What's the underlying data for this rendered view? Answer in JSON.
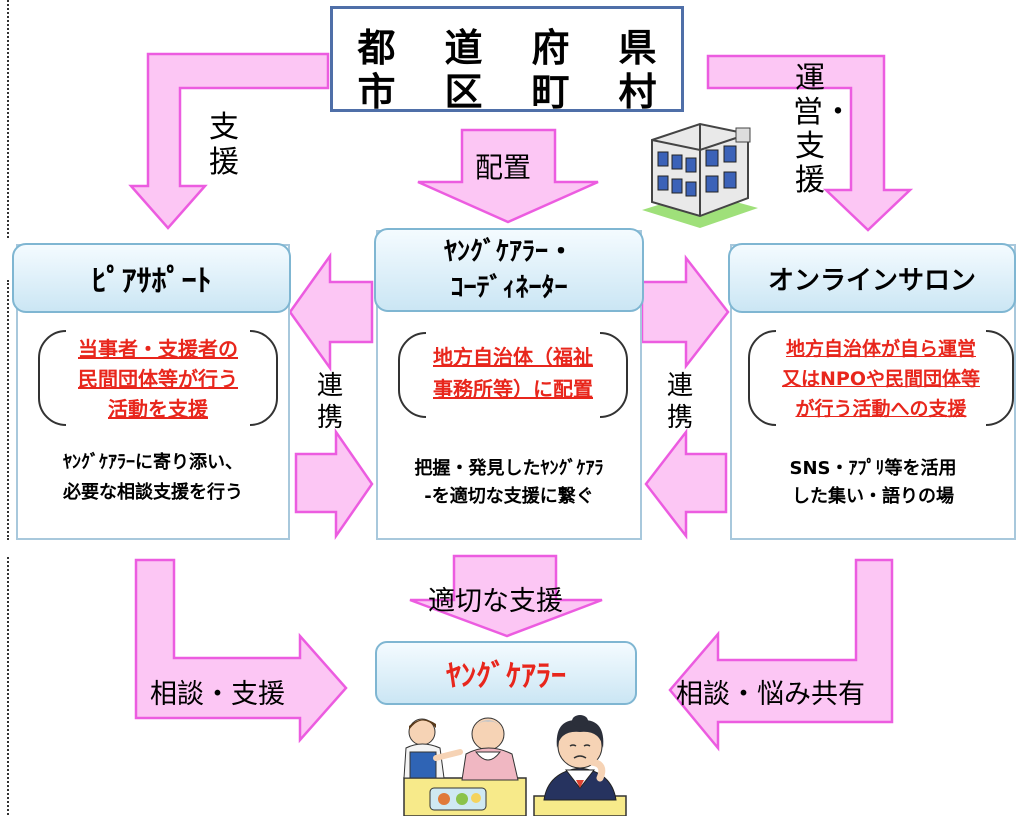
{
  "top_box": {
    "row1": [
      "都",
      "道",
      "府",
      "県"
    ],
    "row2": [
      "市",
      "区",
      "町",
      "村"
    ]
  },
  "arrow_labels": {
    "left_support": "支援",
    "placement": "配置",
    "right_management": "運営・支援",
    "link_left": "連携",
    "link_right": "連携",
    "appropriate_support": "適切な支援",
    "consult_support": "相談・支援",
    "consult_share": "相談・悩み共有"
  },
  "panels": [
    {
      "title": "ﾋﾟｱｻﾎﾟｰﾄ",
      "red_lines": [
        "当事者・支援者の",
        "民間団体等が行う",
        "活動を支援"
      ],
      "desc_lines": [
        "ﾔﾝｸﾞｹｱﾗｰに寄り添い、",
        "必要な相談支援を行う"
      ]
    },
    {
      "title_lines": [
        "ﾔﾝｸﾞｹｱﾗｰ・",
        "ｺｰﾃﾞｨﾈｰﾀｰ"
      ],
      "red_lines": [
        "地方自治体（福祉",
        "事務所等）に配置"
      ],
      "desc_lines": [
        "把握・発見したﾔﾝｸﾞｹｱﾗ",
        "-を適切な支援に繋ぐ"
      ]
    },
    {
      "title": "オンラインサロン",
      "red_lines": [
        "地方自治体が自ら運営",
        "又はNPOや民間団体等",
        "が行う活動への支援"
      ],
      "desc_lines": [
        "SNS・ｱﾌﾟﾘ等を活用",
        "した集い・語りの場"
      ]
    }
  ],
  "young_carer": "ﾔﾝｸﾞｹｱﾗｰ",
  "colors": {
    "arrow_fill": "#fcc6f4",
    "arrow_stroke": "#ec5ce0",
    "panel_border": "#7fb6d2",
    "top_border": "#4f6fa8",
    "red_text": "#e8261c"
  },
  "icons": [
    "office-building-icon",
    "caregiver-feeding-elder-icon",
    "worried-student-icon"
  ]
}
